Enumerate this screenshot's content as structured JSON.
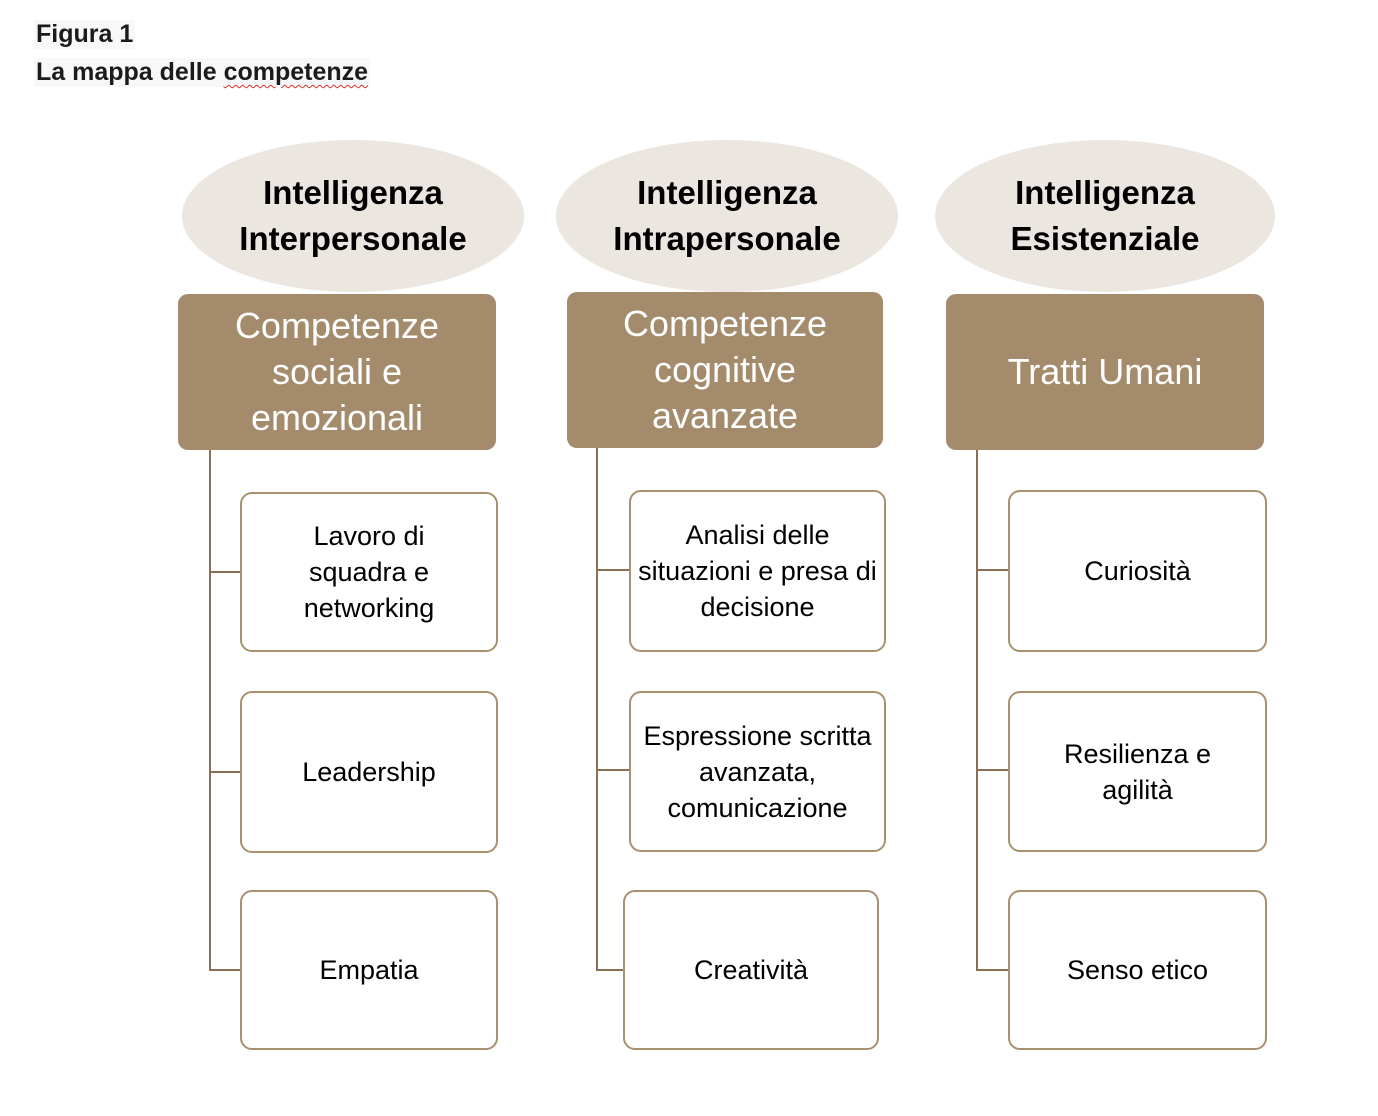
{
  "figure": {
    "number": "Figura 1",
    "title_plain": "La mappa delle ",
    "title_flagged": "competenze"
  },
  "columns": [
    {
      "intelligence": "Intelligenza Interpersonale",
      "category": "Competenze sociali e emozionali",
      "items": [
        "Lavoro di squadra e networking",
        "Leadership",
        "Empatia"
      ]
    },
    {
      "intelligence": "Intelligenza Intrapersonale",
      "category": "Competenze cognitive avanzate",
      "items": [
        "Analisi delle situazioni e presa di decisione",
        "Espressione scritta avanzata, comunicazione",
        "Creatività"
      ]
    },
    {
      "intelligence": "Intelligenza Esistenziale",
      "category": "Tratti Umani",
      "items": [
        "Curiosità",
        "Resilienza e agilità",
        "Senso etico"
      ]
    }
  ],
  "colors": {
    "ellipse": "#ebe6df",
    "header": "#a38b6b",
    "line": "#8a6f53"
  }
}
